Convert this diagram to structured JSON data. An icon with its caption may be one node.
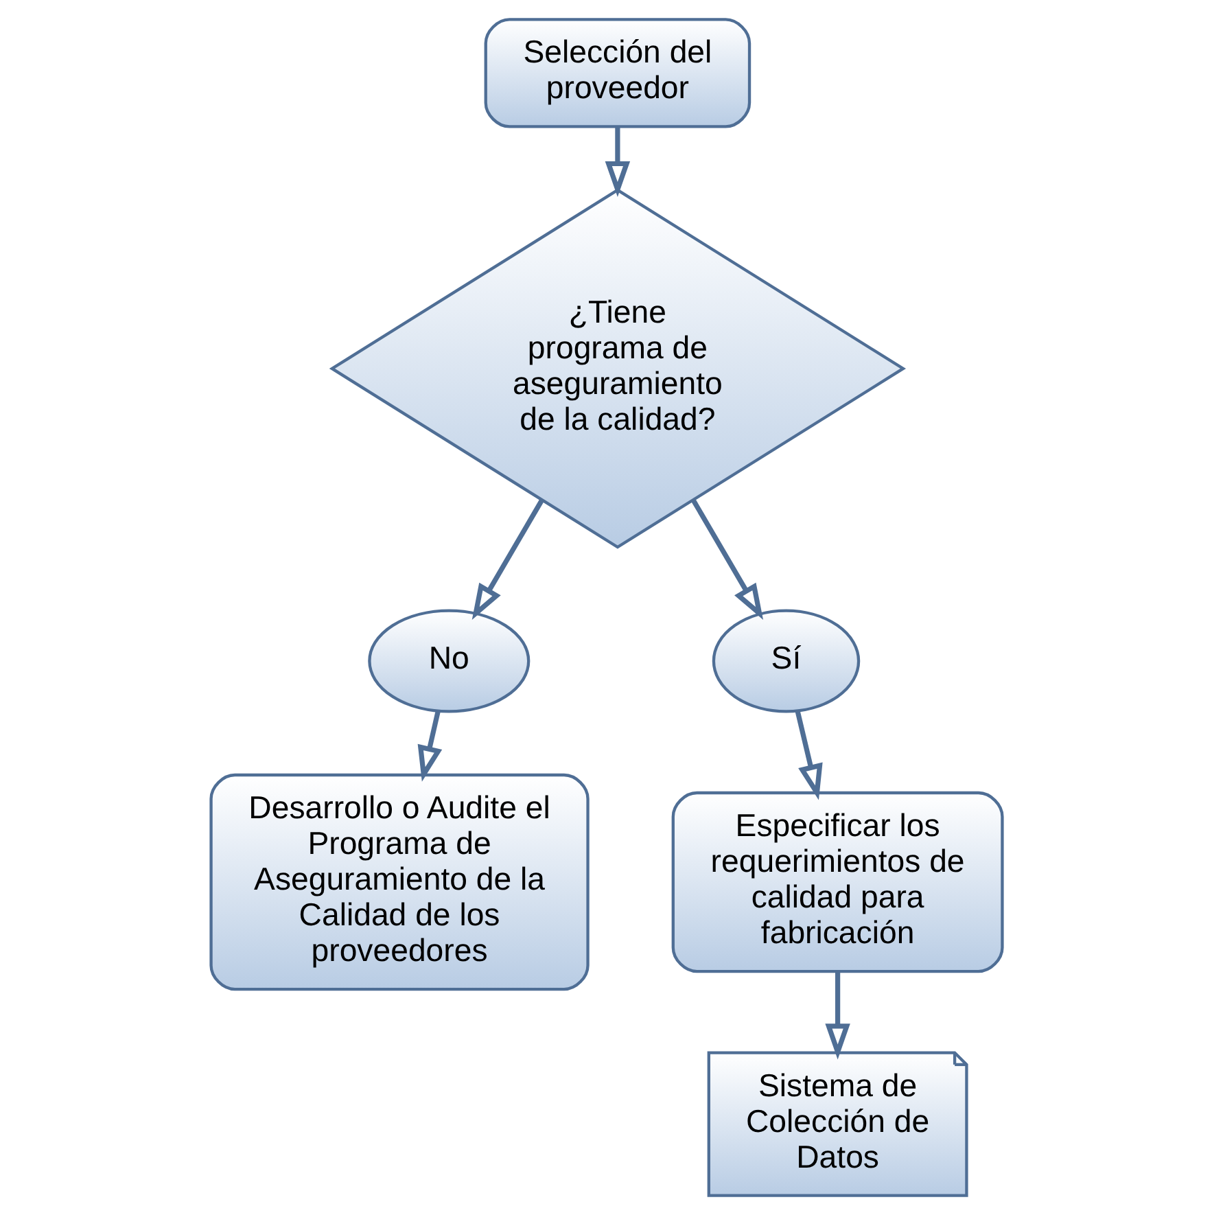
{
  "diagram": {
    "nodes": [
      {
        "text": [
          "Selección del proveedor"
        ]
      },
      {
        "text": [
          "¿Tiene programa de aseguramiento de la calidad?"
        ]
      },
      {
        "text": [
          "No"
        ]
      },
      {
        "text": [
          "Desarrollo o Audite el Programa de Aseguramiento de la Calidad de los proveedores"
        ]
      },
      {
        "text": [
          "Sí"
        ]
      },
      {
        "text": [
          "Especificar los requerimientos de calidad para fabricación"
        ]
      },
      {
        "text": [
          "Sistema de Colección de Datos"
        ]
      }
    ],
    "edges": [
      {
        "from": 0,
        "to": 1,
        "arrow": "to"
      },
      {
        "from": 1,
        "to": 2,
        "arrow": "to"
      },
      {
        "from": 2,
        "to": 3,
        "arrow": "to"
      },
      {
        "from": 1,
        "to": 4,
        "arrow": "to"
      },
      {
        "from": 4,
        "to": 5,
        "arrow": "to"
      },
      {
        "from": 5,
        "to": 6,
        "arrow": "to"
      }
    ]
  }
}
